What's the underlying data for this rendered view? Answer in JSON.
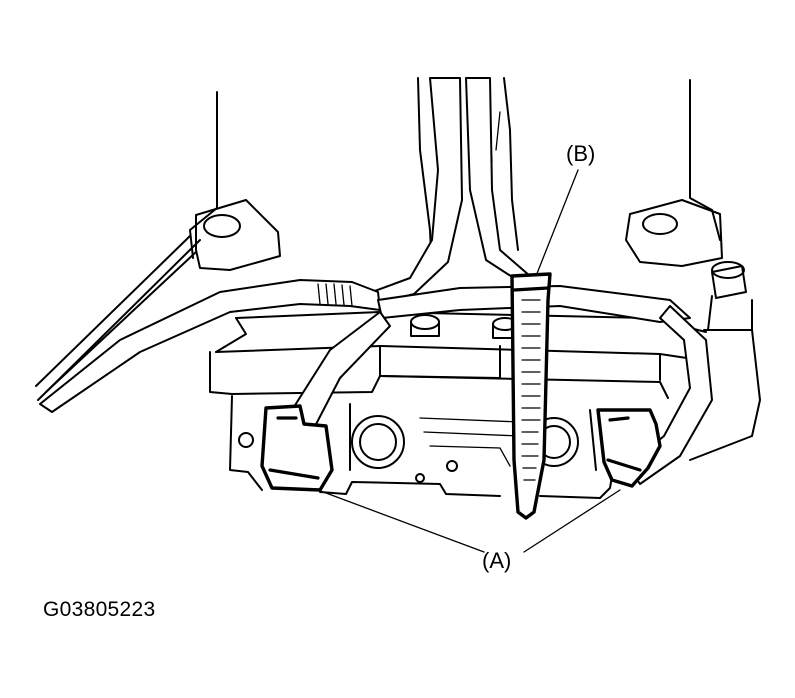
{
  "labels": {
    "tie_b": "(B)",
    "clips_a": "(A)"
  },
  "figure_code": "G03805223"
}
